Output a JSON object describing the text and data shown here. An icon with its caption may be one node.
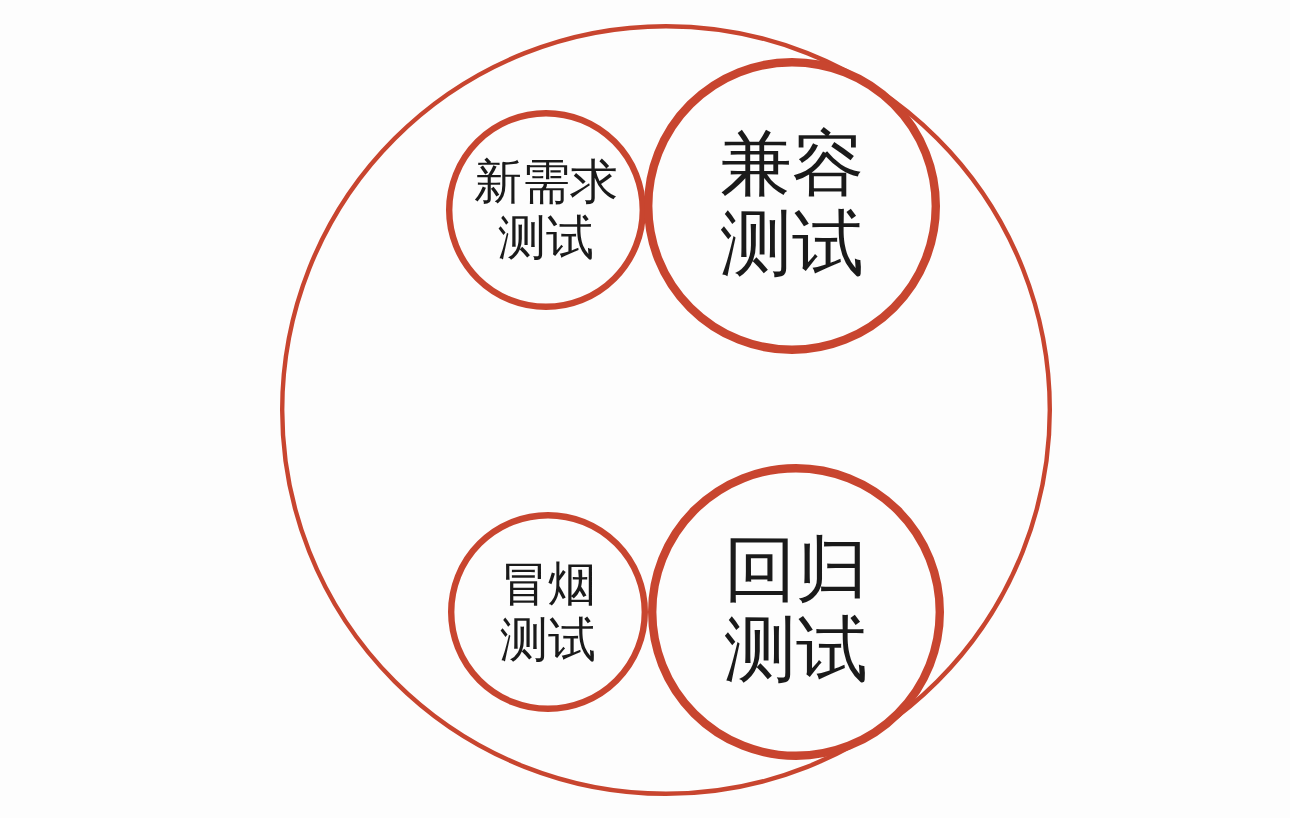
{
  "diagram": {
    "nodes": [
      {
        "text": [],
        "shape": "circle"
      },
      {
        "text": [
          "新需求测试"
        ],
        "in": 0
      },
      {
        "text": [
          "兼容测试"
        ],
        "in": 0
      },
      {
        "text": [
          "冒烟测试"
        ],
        "in": 0
      },
      {
        "text": [
          "回归测试"
        ],
        "in": 0
      }
    ],
    "edges": []
  }
}
